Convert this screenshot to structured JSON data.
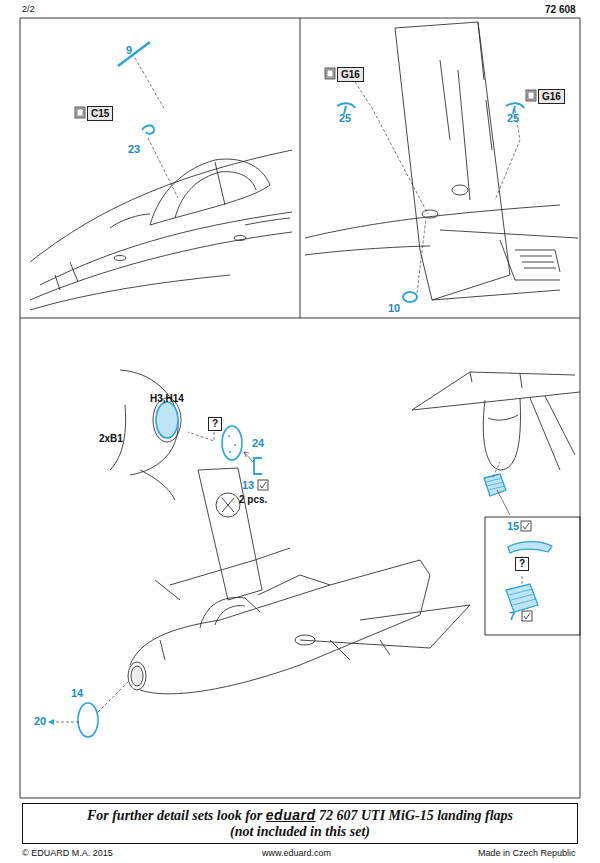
{
  "diagram": {
    "nodes": [
      {
        "text": [
          "C15"
        ]
      },
      {
        "text": [
          "G16"
        ]
      },
      {
        "text": [
          "G16"
        ]
      },
      {
        "text": [
          "?"
        ]
      },
      {
        "text": [
          "?"
        ]
      },
      {
        "text": [
          "For further detail sets look for",
          "eduard",
          "72 607 UTI MiG-15 landing flaps",
          "(not included in this set)"
        ]
      }
    ],
    "labels": [
      "2/2",
      "72 608",
      "9",
      "23",
      "25",
      "25",
      "10",
      "H3,H14",
      "2xB1",
      "24",
      "13",
      "2 pcs.",
      "15",
      "7",
      "20",
      "14",
      "© EDUARD M.A. 2015",
      "www.eduard.com",
      "Made in Czech Republic"
    ]
  }
}
